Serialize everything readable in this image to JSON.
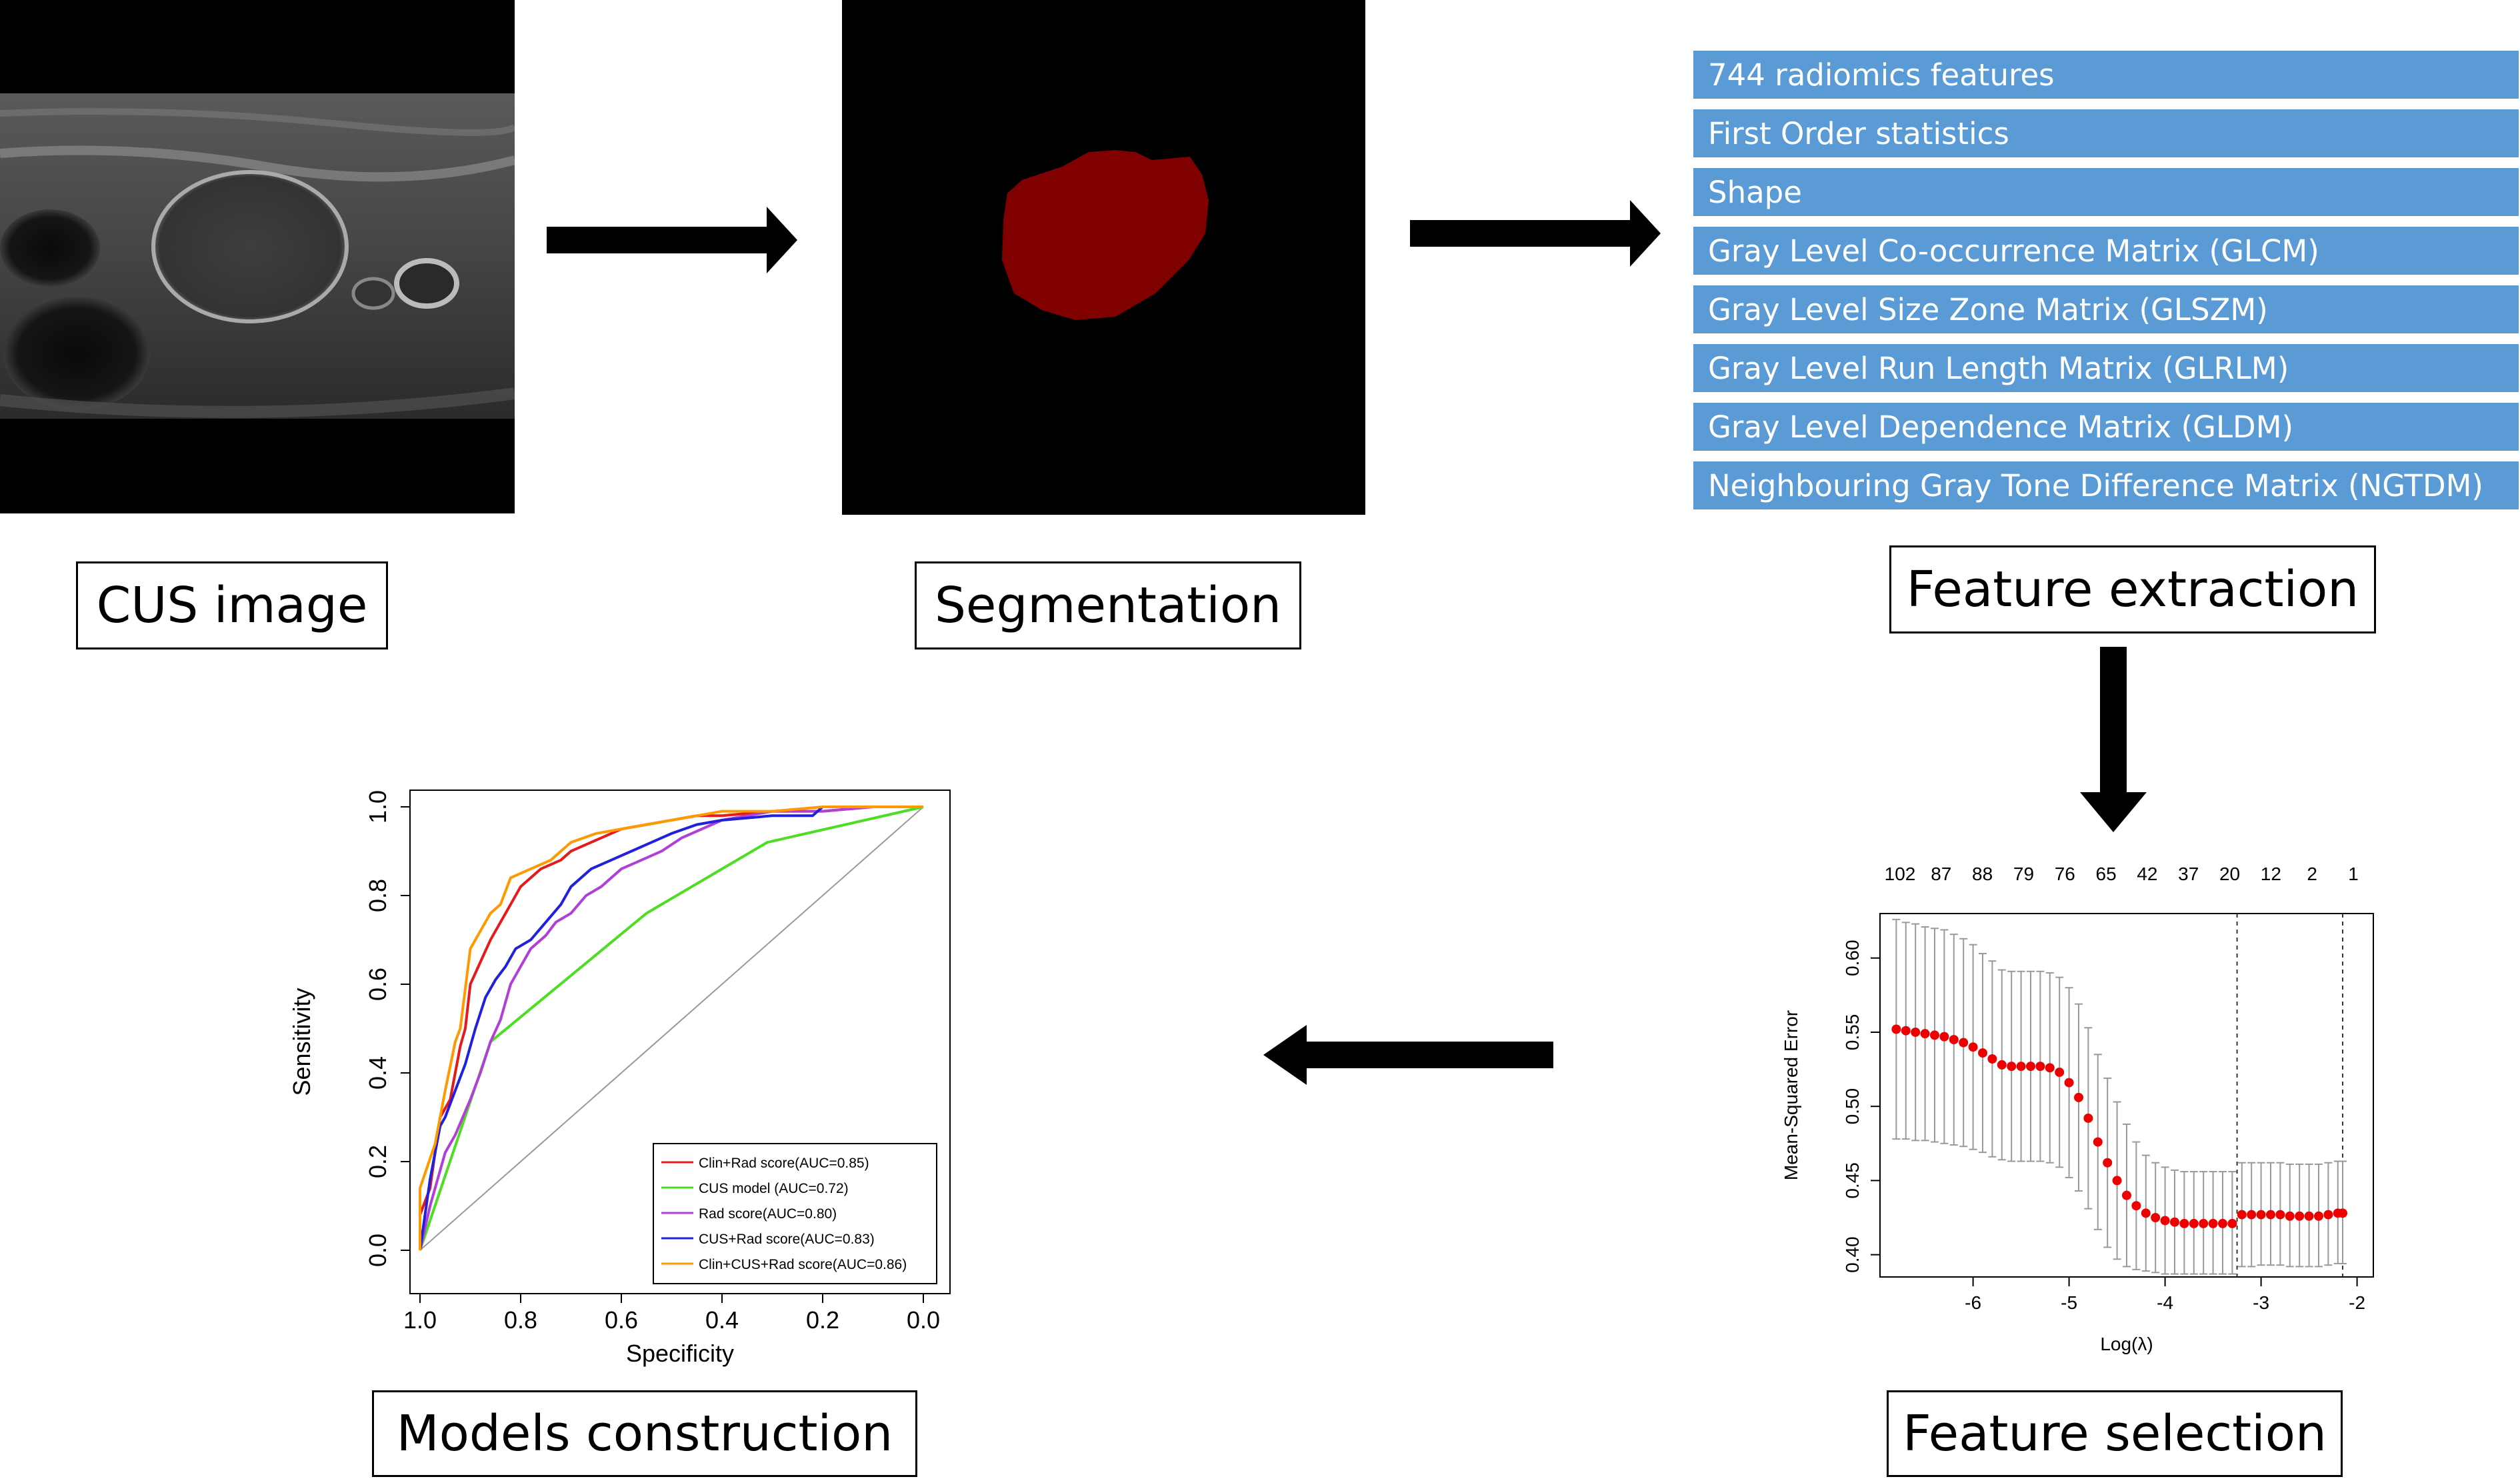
{
  "stages": {
    "cus_image": "CUS image",
    "segmentation": "Segmentation",
    "feature_extraction": "Feature extraction",
    "feature_selection": "Feature selection",
    "models_construction": "Models construction"
  },
  "feature_list": [
    "744 radiomics features",
    "First Order statistics",
    "Shape",
    "Gray Level Co-occurrence Matrix (GLCM)",
    "Gray Level Size Zone Matrix (GLSZM)",
    "Gray Level Run Length Matrix (GLRLM)",
    "Gray Level Dependence Matrix (GLDM)",
    "Neighbouring Gray Tone Difference Matrix (NGTDM)"
  ],
  "colors": {
    "feature_box": "#5b9bd5",
    "segmentation_mask": "#800000",
    "lasso_points": "#ee0000"
  },
  "chart_data": [
    {
      "type": "line",
      "xlabel": "Specificity",
      "ylabel": "Sensitivity",
      "xlim": [
        1.0,
        0.0
      ],
      "ylim": [
        0.0,
        1.0
      ],
      "x_ticks": [
        "1.0",
        "0.8",
        "0.6",
        "0.4",
        "0.2",
        "0.0"
      ],
      "y_ticks": [
        "0.0",
        "0.2",
        "0.4",
        "0.6",
        "0.8",
        "1.0"
      ],
      "legend_position": "bottom-right",
      "series": [
        {
          "name": "Clin+Rad score(AUC=0.85)",
          "color": "#e41a1c",
          "x": [
            1.0,
            1.0,
            0.98,
            0.97,
            0.96,
            0.94,
            0.92,
            0.91,
            0.9,
            0.88,
            0.86,
            0.85,
            0.83,
            0.82,
            0.8,
            0.79,
            0.78,
            0.76,
            0.74,
            0.72,
            0.7,
            0.68,
            0.66,
            0.64,
            0.6,
            0.55,
            0.5,
            0.45,
            0.4,
            0.3,
            0.2,
            0.1,
            0.0
          ],
          "y": [
            0.0,
            0.08,
            0.14,
            0.22,
            0.3,
            0.34,
            0.46,
            0.5,
            0.6,
            0.65,
            0.7,
            0.72,
            0.76,
            0.78,
            0.82,
            0.83,
            0.84,
            0.86,
            0.87,
            0.88,
            0.9,
            0.91,
            0.92,
            0.93,
            0.95,
            0.96,
            0.97,
            0.98,
            0.98,
            0.99,
            0.99,
            1.0,
            1.0
          ]
        },
        {
          "name": "CUS model (AUC=0.72)",
          "color": "#4ddd22",
          "x": [
            1.0,
            0.86,
            0.55,
            0.31,
            0.0
          ],
          "y": [
            0.0,
            0.47,
            0.76,
            0.92,
            1.0
          ]
        },
        {
          "name": "Rad score(AUC=0.80)",
          "color": "#b03fd8",
          "x": [
            1.0,
            0.98,
            0.95,
            0.93,
            0.9,
            0.88,
            0.86,
            0.84,
            0.82,
            0.8,
            0.78,
            0.75,
            0.73,
            0.7,
            0.67,
            0.64,
            0.6,
            0.56,
            0.52,
            0.48,
            0.44,
            0.4,
            0.35,
            0.3,
            0.2,
            0.1,
            0.0
          ],
          "y": [
            0.0,
            0.1,
            0.22,
            0.26,
            0.34,
            0.4,
            0.47,
            0.52,
            0.6,
            0.64,
            0.68,
            0.71,
            0.74,
            0.76,
            0.8,
            0.82,
            0.86,
            0.88,
            0.9,
            0.93,
            0.95,
            0.97,
            0.98,
            0.99,
            0.99,
            1.0,
            1.0
          ]
        },
        {
          "name": "CUS+Rad score(AUC=0.83)",
          "color": "#2020dd",
          "x": [
            1.0,
            0.98,
            0.96,
            0.95,
            0.93,
            0.91,
            0.89,
            0.87,
            0.85,
            0.83,
            0.81,
            0.78,
            0.75,
            0.72,
            0.7,
            0.66,
            0.62,
            0.58,
            0.54,
            0.5,
            0.45,
            0.4,
            0.3,
            0.22,
            0.2,
            0.1,
            0.0
          ],
          "y": [
            0.0,
            0.16,
            0.28,
            0.3,
            0.36,
            0.42,
            0.5,
            0.57,
            0.61,
            0.64,
            0.68,
            0.7,
            0.74,
            0.78,
            0.82,
            0.86,
            0.88,
            0.9,
            0.92,
            0.94,
            0.96,
            0.97,
            0.98,
            0.98,
            1.0,
            1.0,
            1.0
          ]
        },
        {
          "name": "Clin+CUS+Rad score(AUC=0.86)",
          "color": "#ff9900",
          "x": [
            1.0,
            1.0,
            0.97,
            0.95,
            0.93,
            0.92,
            0.9,
            0.88,
            0.86,
            0.84,
            0.82,
            0.78,
            0.74,
            0.7,
            0.65,
            0.6,
            0.55,
            0.5,
            0.45,
            0.4,
            0.3,
            0.2,
            0.1,
            0.0
          ],
          "y": [
            0.0,
            0.14,
            0.24,
            0.36,
            0.47,
            0.5,
            0.68,
            0.72,
            0.76,
            0.78,
            0.84,
            0.86,
            0.88,
            0.92,
            0.94,
            0.95,
            0.96,
            0.97,
            0.98,
            0.99,
            0.99,
            1.0,
            1.0,
            1.0
          ]
        }
      ],
      "reference_line": {
        "x": [
          1.0,
          0.0
        ],
        "y": [
          0.0,
          1.0
        ]
      }
    },
    {
      "type": "scatter",
      "xlabel": "Log(λ)",
      "ylabel": "Mean-Squared Error",
      "xlim": [
        -6.9,
        -1.9
      ],
      "ylim": [
        0.385,
        0.63
      ],
      "x_ticks": [
        "-6",
        "-5",
        "-4",
        "-3",
        "-2"
      ],
      "y_ticks": [
        "0.40",
        "0.45",
        "0.50",
        "0.55",
        "0.60"
      ],
      "top_axis_labels": [
        "102",
        "87",
        "88",
        "79",
        "76",
        "65",
        "42",
        "37",
        "20",
        "12",
        "2",
        "1"
      ],
      "vlines": [
        -3.25,
        -2.15
      ],
      "grid": false,
      "points": {
        "x": [
          -6.8,
          -6.7,
          -6.6,
          -6.5,
          -6.4,
          -6.3,
          -6.2,
          -6.1,
          -6.0,
          -5.9,
          -5.8,
          -5.7,
          -5.6,
          -5.5,
          -5.4,
          -5.3,
          -5.2,
          -5.1,
          -5.0,
          -4.9,
          -4.8,
          -4.7,
          -4.6,
          -4.5,
          -4.4,
          -4.3,
          -4.2,
          -4.1,
          -4.0,
          -3.9,
          -3.8,
          -3.7,
          -3.6,
          -3.5,
          -3.4,
          -3.3,
          -3.2,
          -3.1,
          -3.0,
          -2.9,
          -2.8,
          -2.7,
          -2.6,
          -2.5,
          -2.4,
          -2.3,
          -2.2,
          -2.15
        ],
        "y": [
          0.552,
          0.551,
          0.55,
          0.549,
          0.548,
          0.547,
          0.545,
          0.543,
          0.54,
          0.536,
          0.532,
          0.528,
          0.527,
          0.527,
          0.527,
          0.527,
          0.526,
          0.523,
          0.516,
          0.506,
          0.492,
          0.476,
          0.462,
          0.45,
          0.44,
          0.433,
          0.428,
          0.425,
          0.423,
          0.422,
          0.421,
          0.421,
          0.421,
          0.421,
          0.421,
          0.421,
          0.427,
          0.427,
          0.427,
          0.427,
          0.427,
          0.426,
          0.426,
          0.426,
          0.426,
          0.427,
          0.428,
          0.428
        ],
        "lower": [
          0.478,
          0.478,
          0.477,
          0.477,
          0.476,
          0.475,
          0.474,
          0.473,
          0.471,
          0.469,
          0.466,
          0.464,
          0.463,
          0.463,
          0.463,
          0.463,
          0.462,
          0.459,
          0.452,
          0.443,
          0.431,
          0.417,
          0.405,
          0.397,
          0.392,
          0.39,
          0.389,
          0.388,
          0.387,
          0.387,
          0.387,
          0.387,
          0.387,
          0.387,
          0.387,
          0.387,
          0.392,
          0.392,
          0.393,
          0.393,
          0.393,
          0.392,
          0.392,
          0.392,
          0.392,
          0.393,
          0.394,
          0.394
        ],
        "upper": [
          0.626,
          0.624,
          0.623,
          0.621,
          0.62,
          0.619,
          0.616,
          0.613,
          0.609,
          0.603,
          0.598,
          0.592,
          0.591,
          0.591,
          0.591,
          0.591,
          0.59,
          0.587,
          0.58,
          0.569,
          0.553,
          0.535,
          0.519,
          0.503,
          0.488,
          0.476,
          0.467,
          0.462,
          0.459,
          0.457,
          0.456,
          0.456,
          0.456,
          0.456,
          0.456,
          0.456,
          0.462,
          0.462,
          0.462,
          0.462,
          0.462,
          0.461,
          0.461,
          0.461,
          0.461,
          0.462,
          0.463,
          0.463
        ]
      }
    }
  ]
}
